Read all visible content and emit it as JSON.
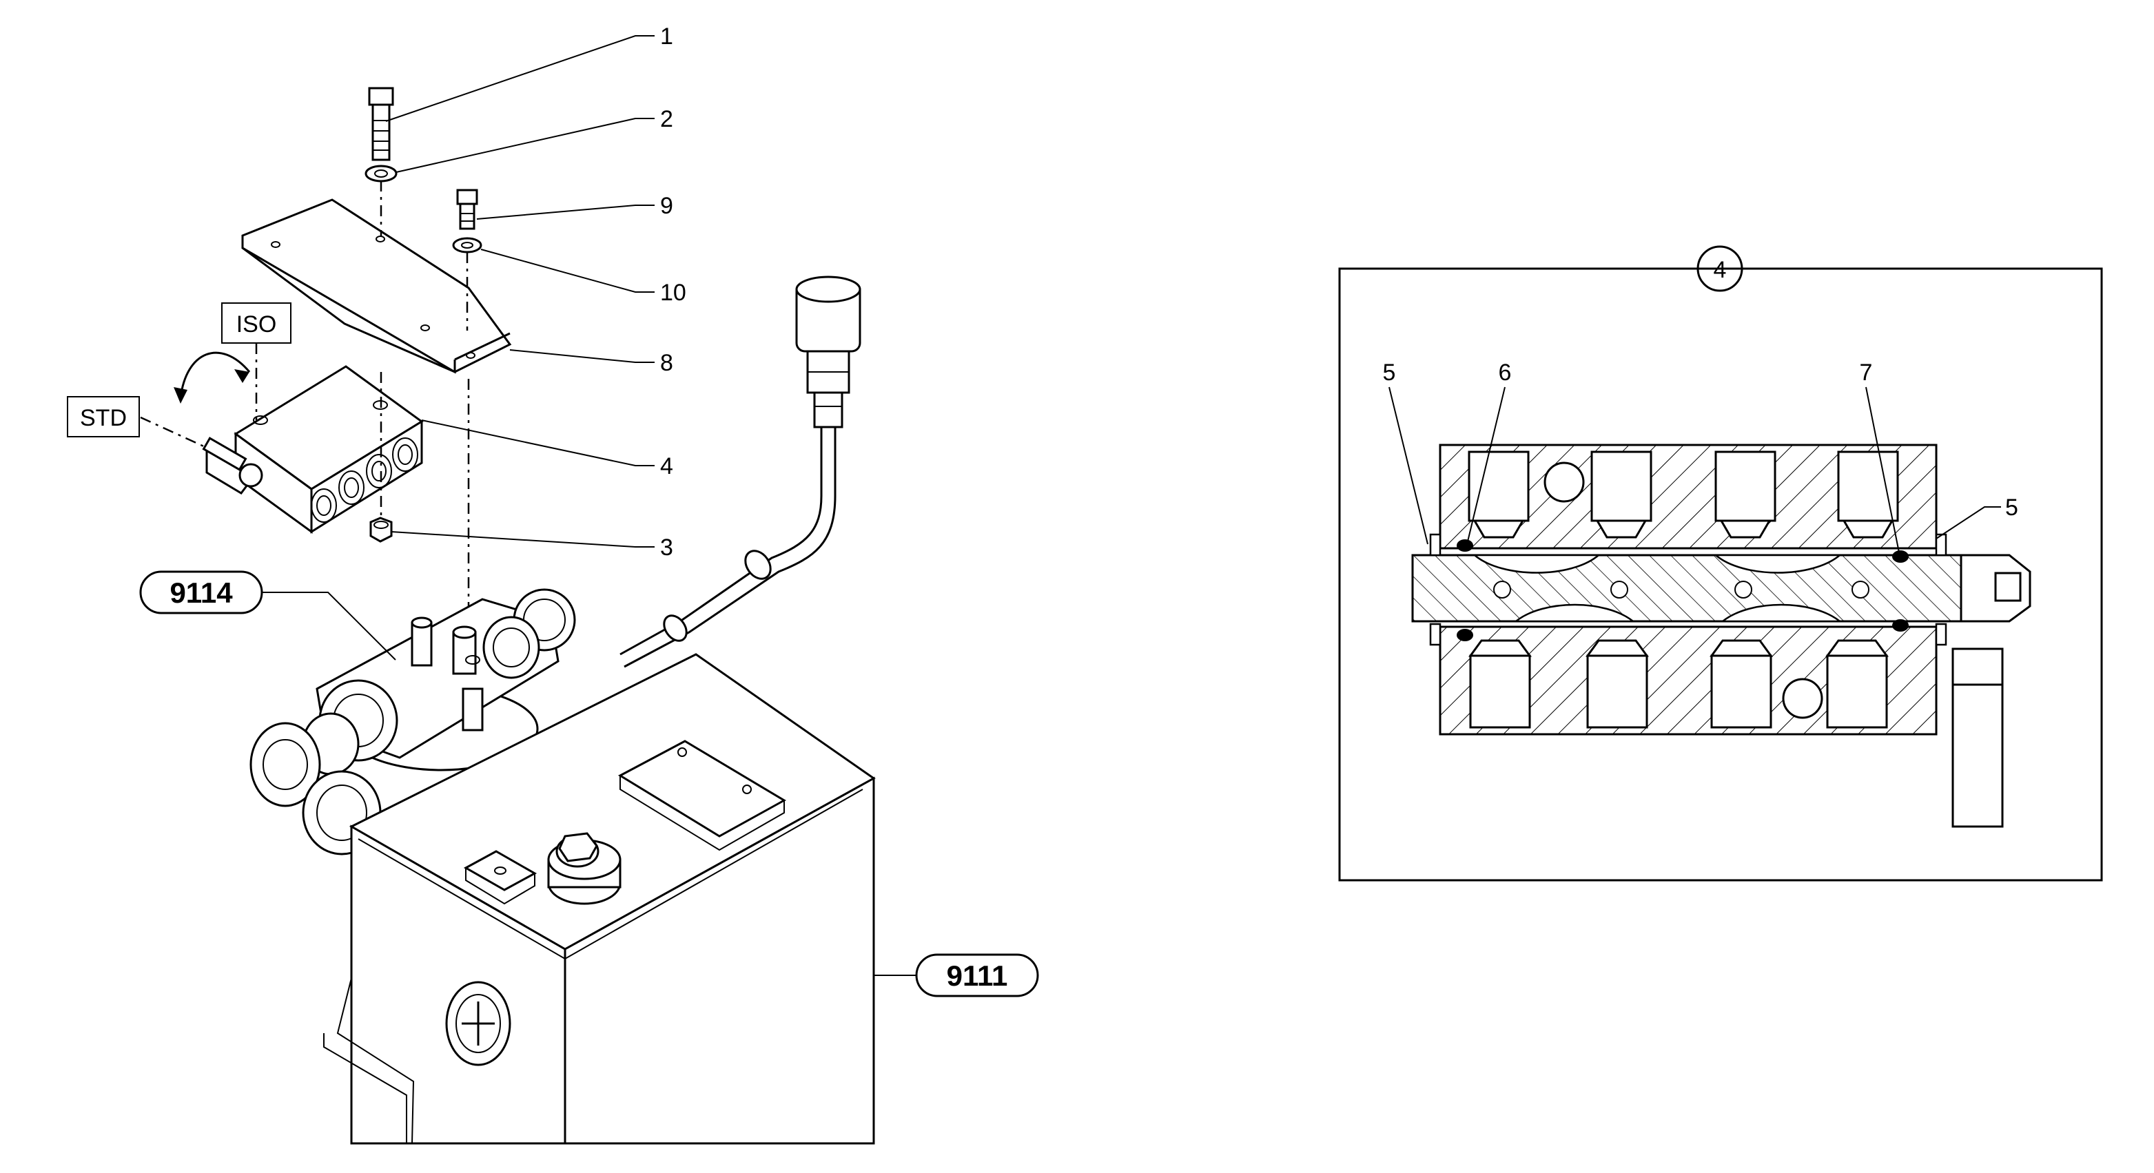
{
  "callouts": {
    "c1": "1",
    "c2": "2",
    "c9": "9",
    "c10": "10",
    "c8": "8",
    "c4": "4",
    "c3": "3"
  },
  "labels": {
    "iso": "ISO",
    "std": "STD"
  },
  "references": {
    "ref_9114": "9114",
    "ref_9111": "9111"
  },
  "detail": {
    "circle_label": "4",
    "c5_left": "5",
    "c6": "6",
    "c7": "7",
    "c5_right": "5"
  }
}
